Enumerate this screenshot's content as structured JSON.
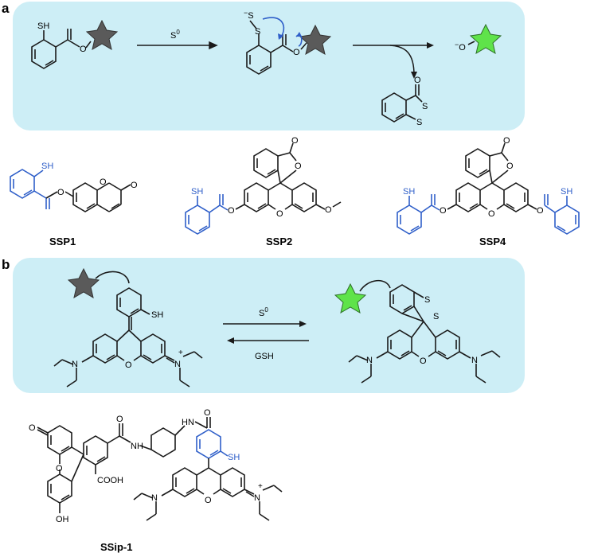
{
  "panels": {
    "a": {
      "letter": "a"
    },
    "b": {
      "letter": "b"
    }
  },
  "colors": {
    "panel_bg": "#cdeef6",
    "bond": "#1a1a1a",
    "probe_blue": "#2f5fc9",
    "star_dark": "#5a5a5a",
    "star_green": "#5fe34a"
  },
  "icons": [
    "star-icon",
    "green-star-icon",
    "curved-arrow-icon"
  ],
  "reaction_a": {
    "reagent": "S",
    "reagent_sup": "0",
    "sh": "SH",
    "o": "O",
    "s_minus": "S",
    "s": "S",
    "minus": "−",
    "o_minus": "O",
    "carbonyl_o": "O"
  },
  "probes": [
    {
      "name": "SSP1"
    },
    {
      "name": "SSP2"
    },
    {
      "name": "SSP4"
    }
  ],
  "reaction_b": {
    "forward": "S",
    "forward_sup": "0",
    "reverse": "GSH",
    "sh": "SH",
    "n": "N",
    "n_plus": "N",
    "plus": "+",
    "o": "O",
    "s": "S"
  },
  "ssip": {
    "name": "SSip-1",
    "cooh": "COOH",
    "oh": "OH",
    "o": "O",
    "nh": "H",
    "n": "N",
    "sh": "SH",
    "plus": "+"
  }
}
